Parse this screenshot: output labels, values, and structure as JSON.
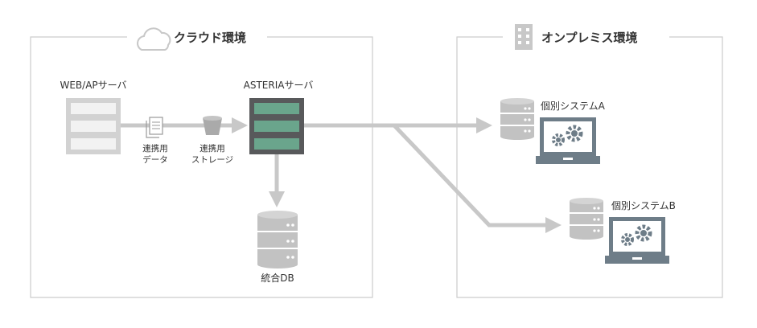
{
  "cloud_zone": {
    "title": "クラウド環境",
    "icon": "cloud-icon"
  },
  "onprem_zone": {
    "title": "オンプレミス環境",
    "icon": "building-icon"
  },
  "nodes": {
    "web_server": {
      "label": "WEB/APサーバ",
      "icon": "server-icon"
    },
    "asteria": {
      "label": "ASTERIAサーバ",
      "icon": "server-icon",
      "accent": "#6aa58c"
    },
    "integrated_db": {
      "label": "統合DB",
      "icon": "database-icon"
    },
    "system_a": {
      "label": "個別システムA",
      "icon": "laptop-gear-icon"
    },
    "system_b": {
      "label": "個別システムB",
      "icon": "laptop-gear-icon"
    }
  },
  "connectors": {
    "link_data": {
      "line1": "連携用",
      "line2": "データ",
      "icon": "document-icon"
    },
    "link_storage": {
      "line1": "連携用",
      "line2": "ストレージ",
      "icon": "bucket-icon"
    }
  },
  "colors": {
    "line": "#c8c8c8",
    "box_border": "#cccccc",
    "laptop": "#6e7d88",
    "server_dark": "#58595b"
  }
}
